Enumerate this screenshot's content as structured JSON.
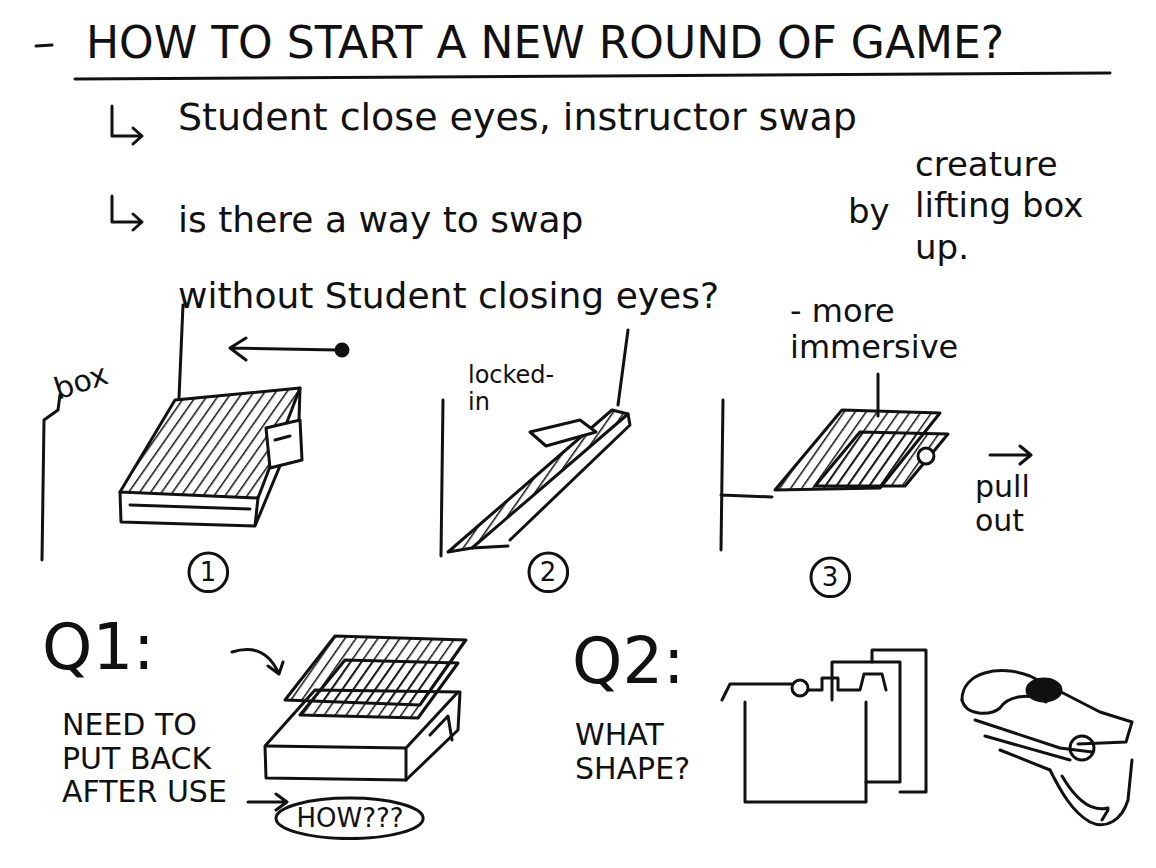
{
  "diagram": {
    "title": "HOW TO START A NEW ROUND OF GAME?",
    "nodes": [
      {
        "text": [
          "1"
        ]
      },
      {
        "text": [
          "2"
        ]
      },
      {
        "text": [
          "3"
        ]
      },
      {
        "text": [
          "HOW???"
        ]
      }
    ],
    "labels": [
      "Student close eyes, instructor swap",
      "creature",
      "by",
      "lifting box",
      "up.",
      "is there a way to swap",
      "without Student closing eyes?",
      "- more immersive",
      "box",
      "locked-in",
      "pull out",
      "Q1:",
      "NEED TO PUT BACK AFTER USE",
      "Q2:",
      "WHAT SHAPE?"
    ]
  }
}
